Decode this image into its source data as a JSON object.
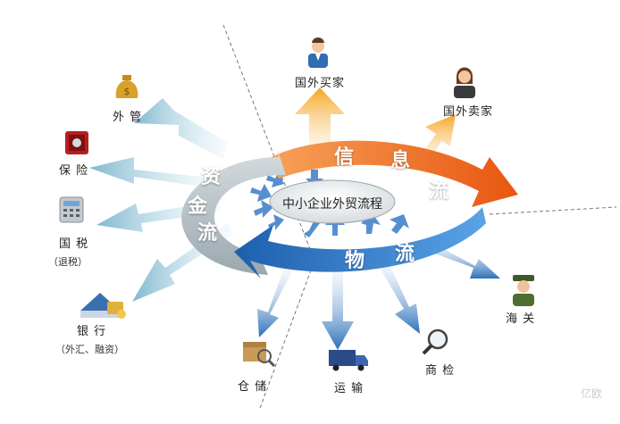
{
  "center_label": "中小企业外贸流程",
  "flows": {
    "info": [
      "信",
      "息",
      "流"
    ],
    "capital": [
      "资",
      "金",
      "流"
    ],
    "logistics": [
      "物",
      "流"
    ]
  },
  "nodes": {
    "foreign_buyer": "国外买家",
    "foreign_seller": "国外卖家",
    "forex": "外 管",
    "insurance": "保 险",
    "tax": "国 税",
    "tax_sub": "（退税）",
    "bank": "银 行",
    "bank_sub": "（外汇、融资）",
    "warehouse": "仓 储",
    "transport": "运 输",
    "inspection": "商 检",
    "customs": "海 关"
  },
  "watermark": "亿欧",
  "colors": {
    "info_flow": "#f06a1a",
    "capital_flow": "#b9c4c9",
    "logistics_flow": "#2f78c6",
    "arrow_orange": "#f5a623",
    "arrow_teal": "#8fc3d6",
    "arrow_blue": "#2b6fb8"
  },
  "icons": [
    "person-icon",
    "money-bag-icon",
    "safe-icon",
    "calculator-icon",
    "bank-card-icon",
    "warehouse-box-icon",
    "truck-icon",
    "magnifier-icon",
    "customs-officer-icon"
  ]
}
